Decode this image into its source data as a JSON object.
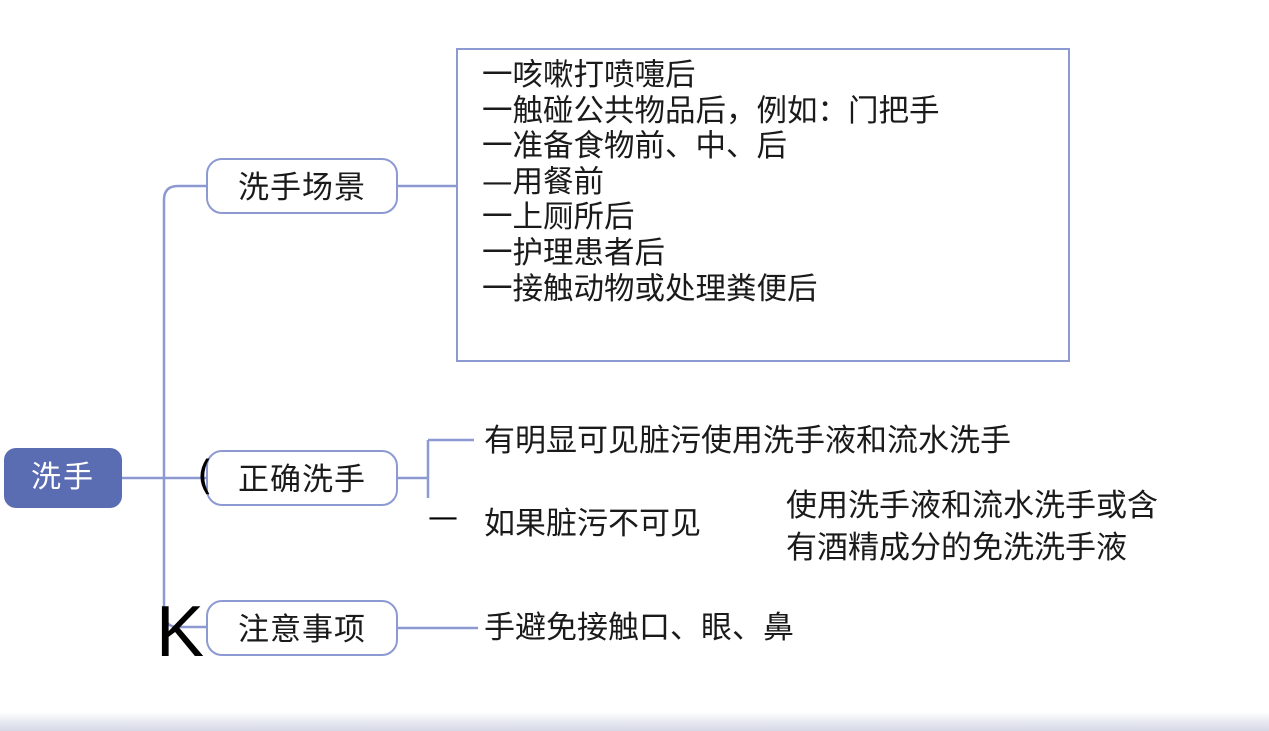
{
  "root": {
    "label": "洗手"
  },
  "branches": {
    "scenarios": {
      "label": "洗手场景",
      "items": [
        "一咳嗽打喷嚏后",
        "一触碰公共物品后，例如：门把手",
        "一准备食物前、中、后",
        "—用餐前",
        "一上厕所后",
        "一护理患者后",
        "一接触动物或处理粪便后"
      ]
    },
    "correct": {
      "label": "正确洗手",
      "visible_dirt": "有明显可见脏污使用洗手液和流水洗手",
      "invisible_dirt": {
        "label": "如果脏污不可见",
        "detail_line1": "使用洗手液和流水洗手或含",
        "detail_line2": "有酒精成分的免洗洗手液"
      }
    },
    "notes": {
      "label": "注意事项",
      "item": "手避免接触口、眼、鼻"
    }
  },
  "artifacts": {
    "paren": "(",
    "k_glyph": "K",
    "dash": "—"
  },
  "colors": {
    "root_fill": "#5a6cb2",
    "node_border": "#8d9ad2",
    "connector": "#8d9ad2"
  }
}
